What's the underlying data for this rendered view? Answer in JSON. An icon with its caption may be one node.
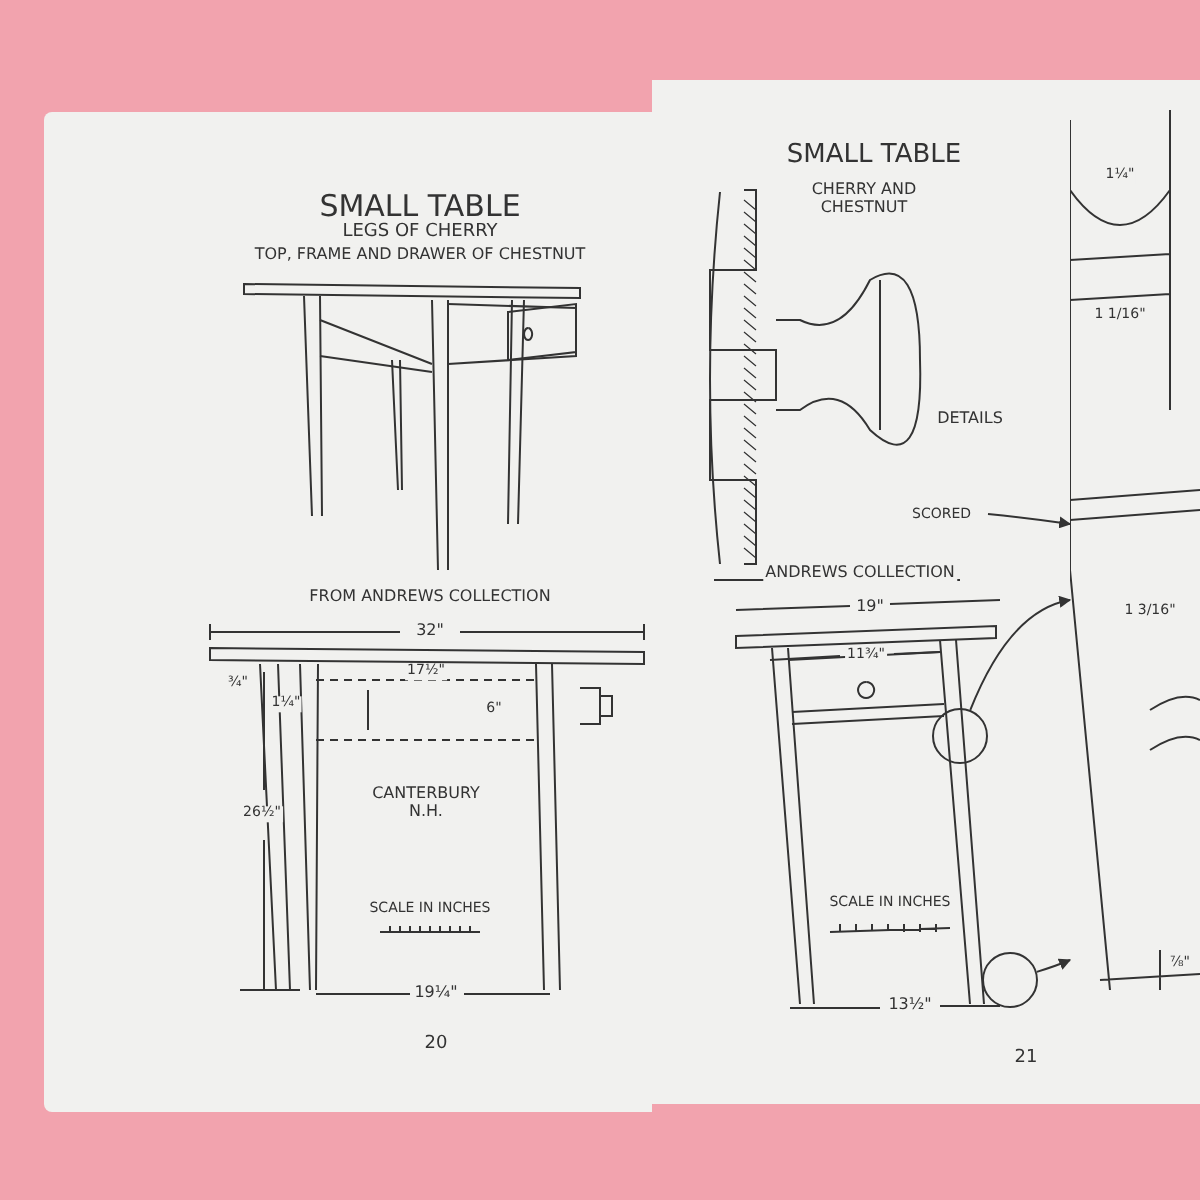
{
  "diagram": {
    "nodes": [
      {
        "text": [],
        "shape": "circle"
      },
      {
        "text": [],
        "shape": "picture"
      },
      {
        "text": [],
        "shape": "circle"
      },
      {
        "text": [
          "SCORED"
        ]
      }
    ],
    "edges": [
      {
        "from": 0,
        "to": 1,
        "arrow": "to"
      },
      {
        "from": 2,
        "to": 1,
        "arrow": "to"
      },
      {
        "from": 3,
        "to": 1,
        "arrow": "to"
      }
    ],
    "labels": [
      "SMALL TABLE",
      "LEGS OF CHERRY",
      "TOP, FRAME AND DRAWER OF CHESTNUT",
      "FROM ANDREWS COLLECTION",
      "32\"",
      "¾\"",
      "1¼\"",
      "17½\"",
      "6\"",
      "26½\"",
      "CANTERBURY N.H.",
      "SCALE IN INCHES",
      "19¼\"",
      "20",
      "SMALL TABLE",
      "CHERRY AND CHESTNUT",
      "1¼\"",
      "1 1/16\"",
      "DETAILS",
      "ANDREWS COLLECTION",
      "19\"",
      "11¾\"",
      "1 3/16\"",
      "SCALE IN INCHES",
      "13½\"",
      "⅞\"",
      "21"
    ]
  }
}
